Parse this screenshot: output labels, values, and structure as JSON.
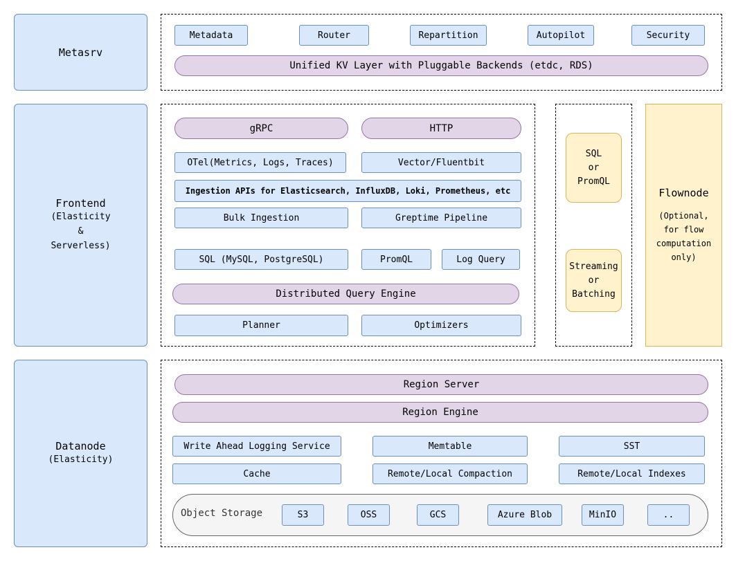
{
  "metasrv": {
    "title": "Metasrv",
    "items": [
      "Metadata",
      "Router",
      "Repartition",
      "Autopilot",
      "Security"
    ],
    "kv_layer": "Unified KV Layer with Pluggable Backends (etdc, RDS)"
  },
  "frontend": {
    "title": "Frontend",
    "subtitle": [
      "(Elasticity",
      "&",
      "Serverless)"
    ],
    "grpc": "gRPC",
    "http": "HTTP",
    "otel": "OTel(Metrics, Logs, Traces)",
    "vector": "Vector/Fluentbit",
    "ingestion_apis": "Ingestion APIs for Elasticsearch, InfluxDB, Loki, Prometheus, etc",
    "bulk": "Bulk Ingestion",
    "pipeline": "Greptime Pipeline",
    "sql": "SQL (MySQL, PostgreSQL)",
    "promql": "PromQL",
    "log_query": "Log Query",
    "query_engine": "Distributed Query Engine",
    "planner": "Planner",
    "optimizers": "Optimizers"
  },
  "flow_side": {
    "sql_or_promql": [
      "SQL",
      "or",
      "PromQL"
    ],
    "streaming": [
      "Streaming",
      "or",
      "Batching"
    ]
  },
  "flownode": {
    "title": "Flownode",
    "subtitle": [
      "(Optional,",
      "for flow",
      "computation",
      "only)"
    ]
  },
  "datanode": {
    "title": "Datanode",
    "subtitle": "(Elasticity)",
    "region_server": "Region Server",
    "region_engine": "Region Engine",
    "wal": "Write Ahead Logging Service",
    "memtable": "Memtable",
    "sst": "SST",
    "cache": "Cache",
    "compaction": "Remote/Local Compaction",
    "indexes": "Remote/Local Indexes",
    "object_storage": {
      "label": "Object Storage",
      "items": [
        "S3",
        "OSS",
        "GCS",
        "Azure Blob",
        "MinIO",
        ".."
      ]
    }
  }
}
